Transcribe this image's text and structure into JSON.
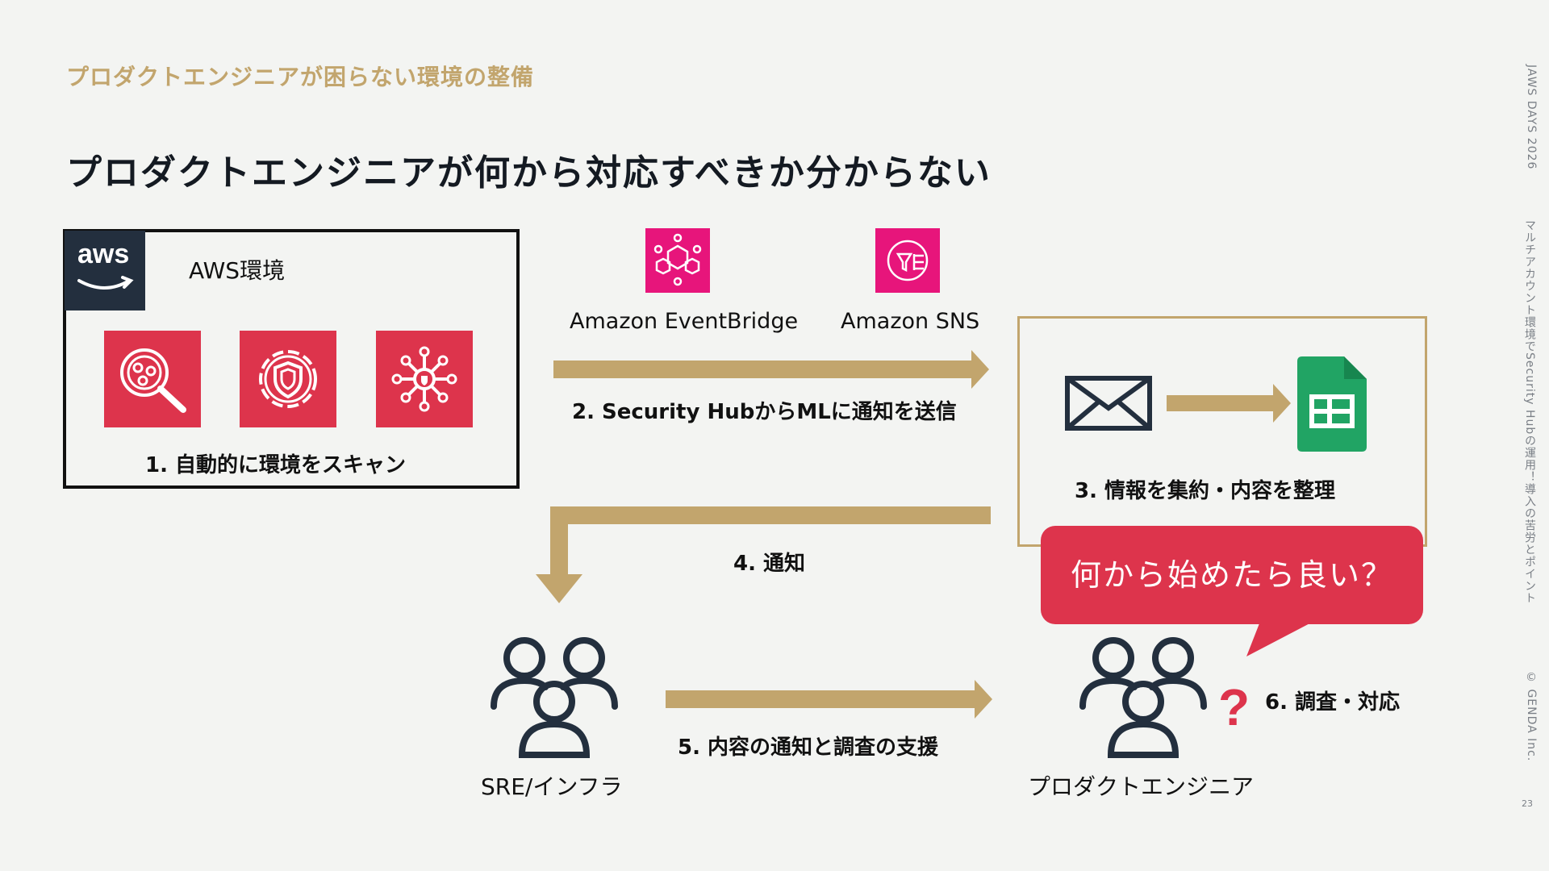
{
  "header": {
    "section_label": "プロダクトエンジニアが困らない環境の整備",
    "title": "プロダクトエンジニアが何から対応すべきか分からない"
  },
  "sidebar": {
    "event": "JAWS DAYS 2026",
    "talk": "マルチアカウント環境でSecurity Hubの運用！導入の苦労とポイント",
    "copyright": "© GENDA Inc.",
    "page_number": "23"
  },
  "aws_panel": {
    "logo_text": "aws",
    "label": "AWS環境",
    "icons": [
      "inspector-icon",
      "guardduty-icon",
      "security-hub-icon"
    ],
    "step": "1. 自動的に環境をスキャン"
  },
  "services": [
    {
      "name": "Amazon EventBridge",
      "icon": "eventbridge-icon"
    },
    {
      "name": "Amazon SNS",
      "icon": "sns-icon"
    }
  ],
  "steps": {
    "step2": "2. Security HubからMLに通知を送信",
    "step3": "3. 情報を集約・内容を整理",
    "step4": "4. 通知",
    "step5": "5. 内容の通知と調査の支援",
    "step6": "6. 調査・対応"
  },
  "actors": {
    "sre": "SRE/インフラ",
    "product": "プロダクトエンジニア"
  },
  "bubble": {
    "text": "何から始めたら良い？"
  },
  "colors": {
    "gold": "#c2a56d",
    "aws_red": "#dd344c",
    "pink": "#e7157b",
    "navy": "#232f3e",
    "sheets_green": "#21a464"
  }
}
